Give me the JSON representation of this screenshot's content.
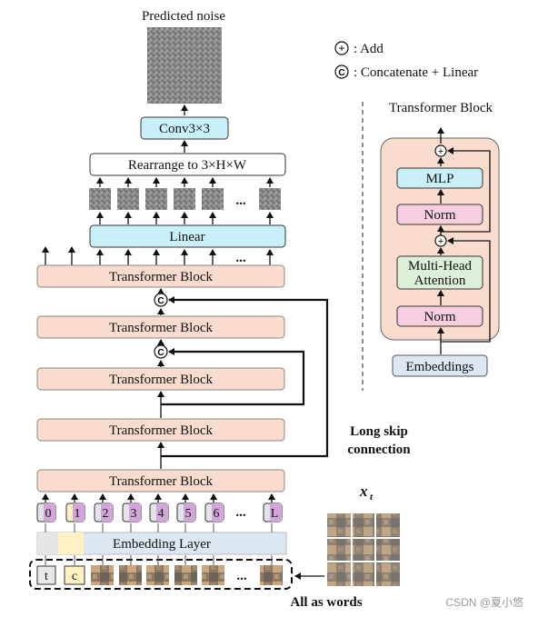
{
  "main": {
    "predicted_noise_label": "Predicted noise",
    "conv_label": "Conv3×3",
    "rearrange_label": "Rearrange to 3×H×W",
    "linear_label": "Linear",
    "ellipsis": "...",
    "transformer_block_label": "Transformer Block",
    "concat_symbol": "©",
    "long_skip_label_line1": "Long skip",
    "long_skip_label_line2": "connection",
    "embedding_layer_label": "Embedding Layer",
    "position_tokens": [
      "0",
      "1",
      "2",
      "3",
      "4",
      "5",
      "6",
      "L"
    ],
    "input_tokens": {
      "t": "t",
      "c": "c"
    },
    "all_as_words_label": "All as words",
    "xt_label": "x",
    "xt_subscript": "t"
  },
  "legend": {
    "add_symbol": "+",
    "add_label": ": Add",
    "concat_symbol": "C",
    "concat_label": ": Concatenate + Linear"
  },
  "detail": {
    "title": "Transformer Block",
    "mlp_label": "MLP",
    "norm_label": "Norm",
    "attention_line1": "Multi-Head",
    "attention_line2": "Attention",
    "embeddings_label": "Embeddings"
  },
  "watermark": "CSDN @夏小悠",
  "colors": {
    "block_fill": "#f9dccd",
    "cyan_fill": "#c9f0f8",
    "pink_fill": "#f7cde0",
    "green_fill": "#dcefd8",
    "embed_fill": "#dde6f3",
    "token_purple": "#d3a6d9",
    "token_gray": "#e2e4ea"
  }
}
